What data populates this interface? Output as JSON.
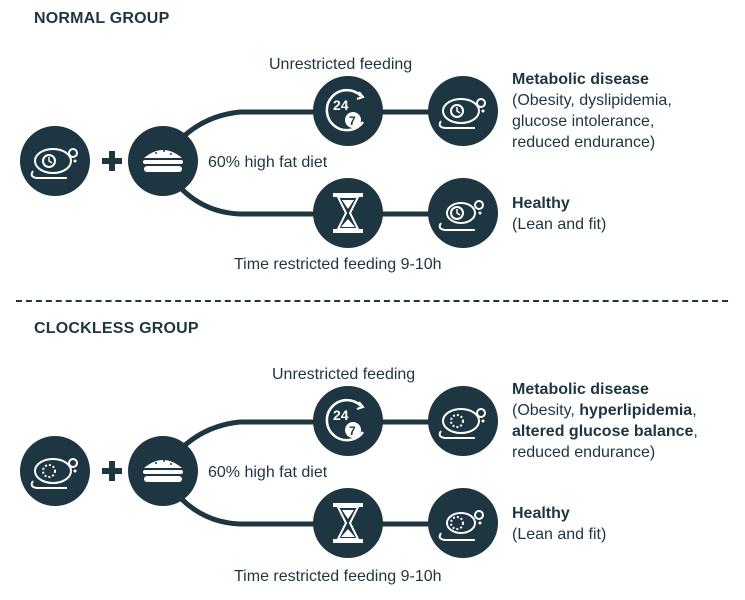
{
  "groups": {
    "normal": {
      "title": "NORMAL GROUP",
      "diet_label": "60% high fat diet",
      "unrestricted_label": "Unrestricted feeding",
      "restricted_label": "Time restricted feeding 9-10h",
      "disease": {
        "heading": "Metabolic disease",
        "line1": "(Obesity, dyslipidemia,",
        "line2": "glucose intolerance,",
        "line3": "reduced endurance)"
      },
      "healthy": {
        "heading": "Healthy",
        "line1": "(Lean and fit)"
      }
    },
    "clockless": {
      "title": "CLOCKLESS GROUP",
      "diet_label": "60% high fat diet",
      "unrestricted_label": "Unrestricted feeding",
      "restricted_label": "Time restricted feeding 9-10h",
      "disease": {
        "heading": "Metabolic disease",
        "line1_prefix": "(Obesity, ",
        "line1_bold": "hyperlipidemia",
        "line1_suffix": ",",
        "line2_bold": "altered glucose balance",
        "line2_suffix": ",",
        "line3": "reduced endurance)"
      },
      "healthy": {
        "heading": "Healthy",
        "line1": "(Lean and fit)"
      }
    }
  },
  "icons": {
    "mouse": "mouse-icon",
    "mouse_clock": "mouse-with-clock-icon",
    "mouse_clockless": "mouse-without-clock-icon",
    "burger": "burger-icon",
    "clock24": "clock-24-7-icon",
    "hourglass": "hourglass-icon",
    "plus": "plus-icon"
  },
  "colors": {
    "dark": "#1e3542",
    "background": "#ffffff"
  }
}
